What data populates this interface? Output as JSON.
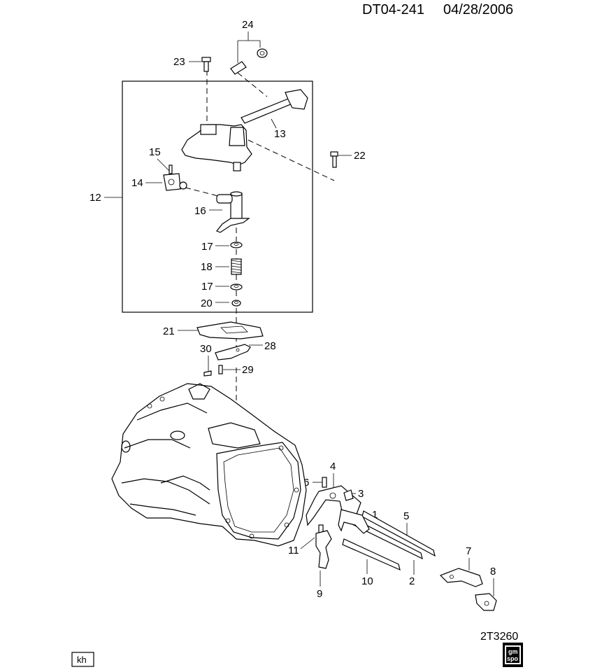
{
  "header": {
    "doc_code": "DT04-241",
    "date": "04/28/2006"
  },
  "footer": {
    "illustration_code": "2T3260",
    "initials": "kh",
    "logo_line1": "gm",
    "logo_line2": "spo"
  },
  "callouts": [
    "1",
    "2",
    "3",
    "4",
    "5",
    "6",
    "7",
    "8",
    "9",
    "10",
    "11",
    "12",
    "13",
    "14",
    "15",
    "16",
    "17",
    "17",
    "18",
    "20",
    "21",
    "22",
    "23",
    "24",
    "28",
    "29",
    "30"
  ]
}
